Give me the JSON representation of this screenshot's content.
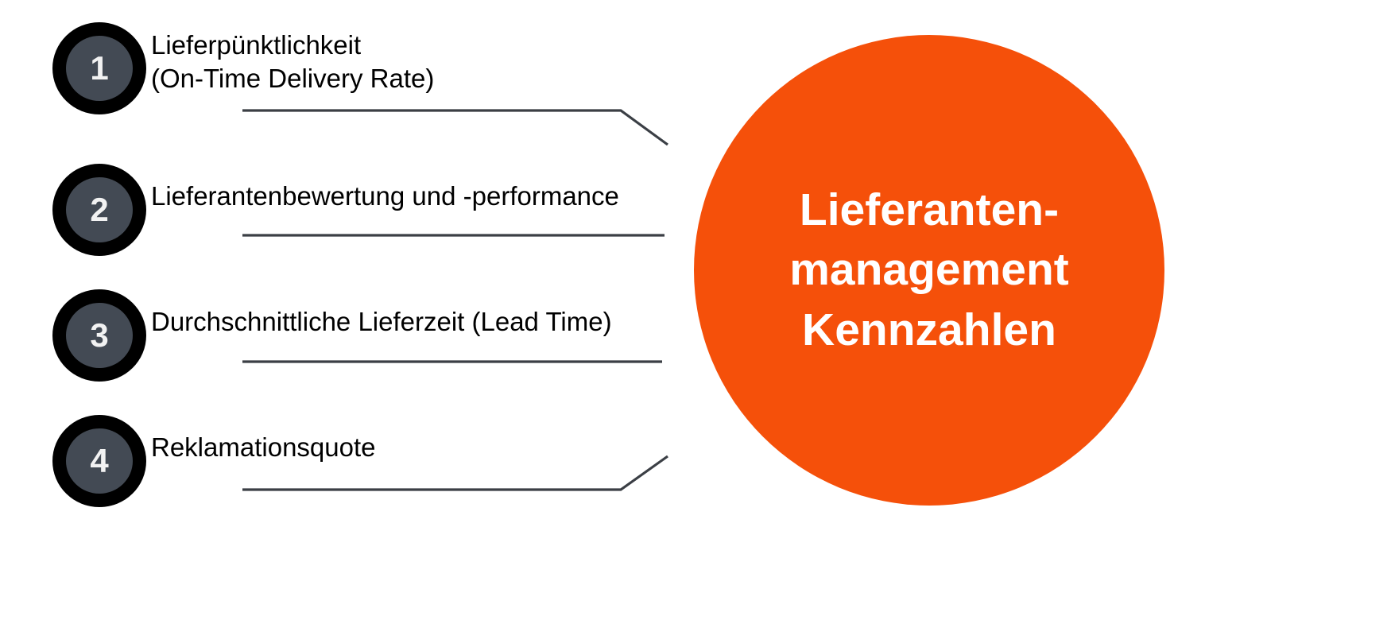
{
  "diagram": {
    "title": "Lieferantenmanagement Kennzahlen",
    "accent_color": "#f5500a",
    "badge_outer_color": "#000000",
    "badge_inner_color": "#434a54",
    "badge_number_color": "#f2f2f2",
    "label_color": "#000000",
    "connector_color": "#3b3f45",
    "background_color": "#ffffff"
  },
  "center": {
    "label": "Lieferanten-\nmanagement\nKennzahlen",
    "shape": "circle"
  },
  "items": [
    {
      "number": "1",
      "label": "Lieferpünktlichkeit\n(On-Time Delivery Rate)"
    },
    {
      "number": "2",
      "label": "Lieferantenbewertung und -performance"
    },
    {
      "number": "3",
      "label": "Durchschnittliche Lieferzeit (Lead Time)"
    },
    {
      "number": "4",
      "label": "Reklamationsquote"
    }
  ]
}
